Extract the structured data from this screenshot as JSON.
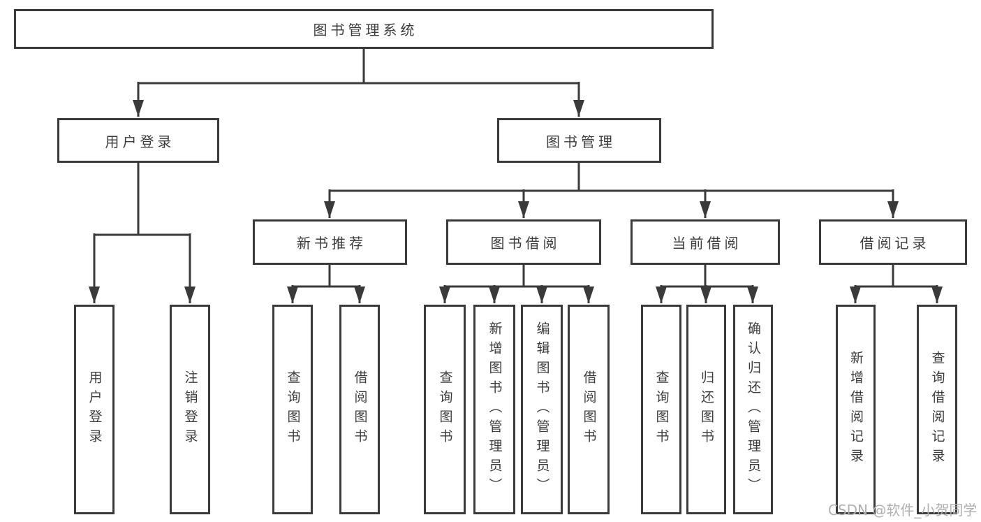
{
  "diagram": {
    "title": "图书管理系统",
    "type": "hierarchy-tree",
    "colors": {
      "line": "#3a3a3a",
      "box_border": "#3a3a3a",
      "box_fill": "#ffffff",
      "text": "#3c3c3c",
      "watermark": "#b0b0b0"
    },
    "hierarchy": {
      "图书管理系统": {
        "用户登录": [
          "用户登录",
          "注销登录"
        ],
        "图书管理": {
          "新书推荐": [
            "查询图书",
            "借阅图书"
          ],
          "图书借阅": [
            "查询图书",
            "新增图书（管理员）",
            "编辑图书（管理员）",
            "借阅图书"
          ],
          "当前借阅": [
            "查询图书",
            "归还图书",
            "确认归还（管理员）"
          ],
          "借阅记录": [
            "新增借阅记录",
            "查询借阅记录"
          ]
        }
      }
    }
  },
  "nodes": {
    "root": {
      "label": "图书管理系统"
    },
    "user_login": {
      "label": "用户登录"
    },
    "book_management": {
      "label": "图书管理"
    },
    "new_book_recommendation": {
      "label": "新书推荐"
    },
    "book_borrowing": {
      "label": "图书借阅"
    },
    "current_borrowing": {
      "label": "当前借阅"
    },
    "borrowing_records": {
      "label": "借阅记录"
    },
    "leaf_user_login": {
      "label": "用户登录"
    },
    "leaf_logout": {
      "label": "注销登录"
    },
    "leaf_nb_query_books": {
      "label": "查询图书"
    },
    "leaf_nb_borrow_books": {
      "label": "借阅图书"
    },
    "leaf_bb_query_books": {
      "label": "查询图书"
    },
    "leaf_bb_add_books_admin": {
      "label": "新增图书（管理员）"
    },
    "leaf_bb_edit_books_admin": {
      "label": "编辑图书（管理员）"
    },
    "leaf_bb_borrow_books": {
      "label": "借阅图书"
    },
    "leaf_cb_query_books": {
      "label": "查询图书"
    },
    "leaf_cb_return_books": {
      "label": "归还图书"
    },
    "leaf_cb_confirm_return_admin": {
      "label": "确认归还（管理员）"
    },
    "leaf_br_add_record": {
      "label": "新增借阅记录"
    },
    "leaf_br_query_record": {
      "label": "查询借阅记录"
    }
  },
  "watermark": {
    "text": "CSDN @软件_小贺同学"
  }
}
